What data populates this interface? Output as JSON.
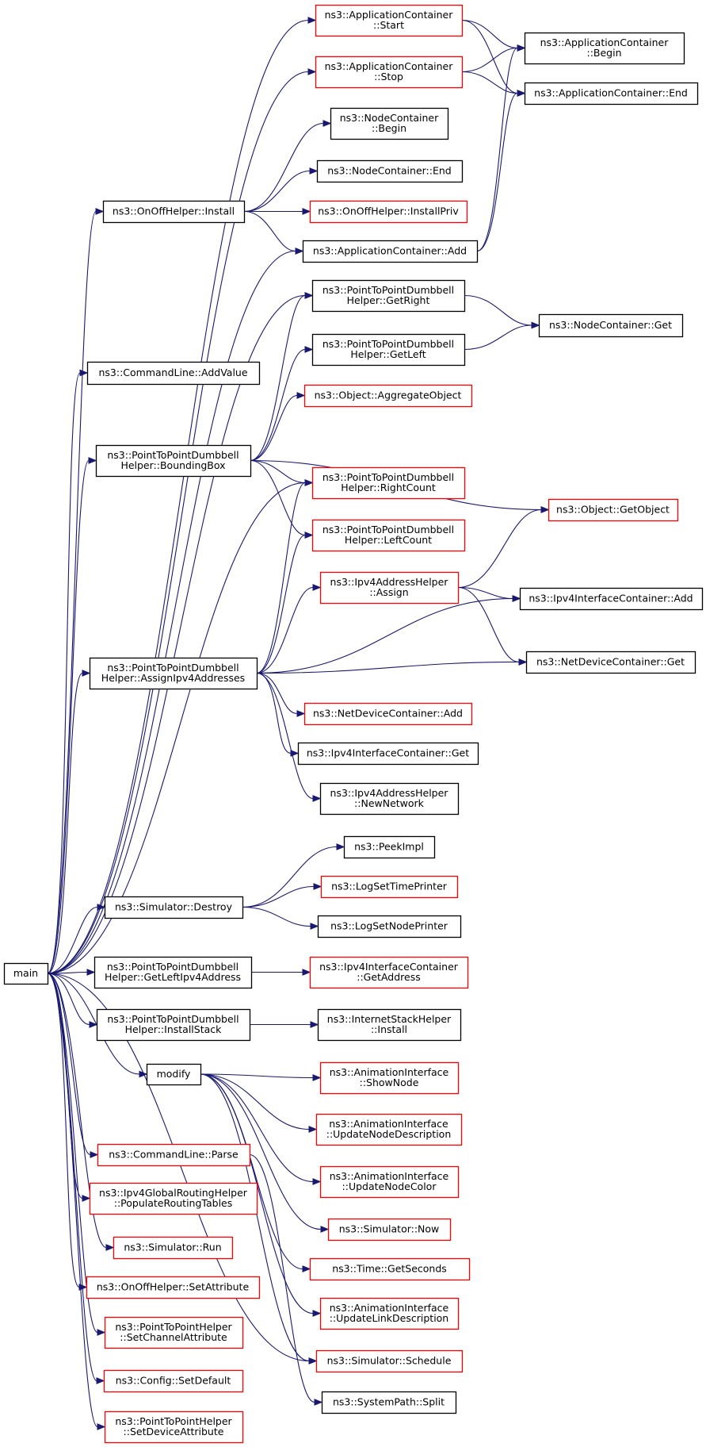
{
  "colors": {
    "edge": "#191970",
    "border_default": "#000000",
    "border_truncated": "#ff0000",
    "root_fill": "#bfbfbf",
    "node_fill": "#ffffff"
  },
  "nodes": [
    {
      "id": "main",
      "lines": [
        "main"
      ],
      "variant": "root"
    },
    {
      "id": "ac_start",
      "lines": [
        "ns3::ApplicationContainer",
        "::Start"
      ],
      "variant": "truncated"
    },
    {
      "id": "ac_stop",
      "lines": [
        "ns3::ApplicationContainer",
        "::Stop"
      ],
      "variant": "truncated"
    },
    {
      "id": "ac_begin",
      "lines": [
        "ns3::ApplicationContainer",
        "::Begin"
      ],
      "variant": "default"
    },
    {
      "id": "ac_end",
      "lines": [
        "ns3::ApplicationContainer::End"
      ],
      "variant": "default"
    },
    {
      "id": "nc_begin",
      "lines": [
        "ns3::NodeContainer",
        "::Begin"
      ],
      "variant": "default"
    },
    {
      "id": "nc_end",
      "lines": [
        "ns3::NodeContainer::End"
      ],
      "variant": "default"
    },
    {
      "id": "onoff_install",
      "lines": [
        "ns3::OnOffHelper::Install"
      ],
      "variant": "default"
    },
    {
      "id": "onoff_installpriv",
      "lines": [
        "ns3::OnOffHelper::InstallPriv"
      ],
      "variant": "truncated"
    },
    {
      "id": "ac_add",
      "lines": [
        "ns3::ApplicationContainer::Add"
      ],
      "variant": "default"
    },
    {
      "id": "p2pd_getright",
      "lines": [
        "ns3::PointToPointDumbbell",
        "Helper::GetRight"
      ],
      "variant": "default"
    },
    {
      "id": "nc_get",
      "lines": [
        "ns3::NodeContainer::Get"
      ],
      "variant": "default"
    },
    {
      "id": "p2pd_getleft",
      "lines": [
        "ns3::PointToPointDumbbell",
        "Helper::GetLeft"
      ],
      "variant": "default"
    },
    {
      "id": "cl_addvalue",
      "lines": [
        "ns3::CommandLine::AddValue"
      ],
      "variant": "default"
    },
    {
      "id": "obj_aggregate",
      "lines": [
        "ns3::Object::AggregateObject"
      ],
      "variant": "truncated"
    },
    {
      "id": "p2pd_bbox",
      "lines": [
        "ns3::PointToPointDumbbell",
        "Helper::BoundingBox"
      ],
      "variant": "default"
    },
    {
      "id": "p2pd_rightcount",
      "lines": [
        "ns3::PointToPointDumbbell",
        "Helper::RightCount"
      ],
      "variant": "truncated"
    },
    {
      "id": "obj_getobject",
      "lines": [
        "ns3::Object::GetObject"
      ],
      "variant": "truncated"
    },
    {
      "id": "p2pd_leftcount",
      "lines": [
        "ns3::PointToPointDumbbell",
        "Helper::LeftCount"
      ],
      "variant": "truncated"
    },
    {
      "id": "ipv4addr_assign",
      "lines": [
        "ns3::Ipv4AddressHelper",
        "::Assign"
      ],
      "variant": "truncated"
    },
    {
      "id": "ipv4ic_add",
      "lines": [
        "ns3::Ipv4InterfaceContainer::Add"
      ],
      "variant": "default"
    },
    {
      "id": "p2pd_assignipv4",
      "lines": [
        "ns3::PointToPointDumbbell",
        "Helper::AssignIpv4Addresses"
      ],
      "variant": "default"
    },
    {
      "id": "ndc_get",
      "lines": [
        "ns3::NetDeviceContainer::Get"
      ],
      "variant": "default"
    },
    {
      "id": "ndc_add",
      "lines": [
        "ns3::NetDeviceContainer::Add"
      ],
      "variant": "truncated"
    },
    {
      "id": "ipv4ic_get",
      "lines": [
        "ns3::Ipv4InterfaceContainer::Get"
      ],
      "variant": "default"
    },
    {
      "id": "ipv4addr_newnet",
      "lines": [
        "ns3::Ipv4AddressHelper",
        "::NewNetwork"
      ],
      "variant": "default"
    },
    {
      "id": "peekimpl",
      "lines": [
        "ns3::PeekImpl"
      ],
      "variant": "default"
    },
    {
      "id": "logsettime",
      "lines": [
        "ns3::LogSetTimePrinter"
      ],
      "variant": "truncated"
    },
    {
      "id": "sim_destroy",
      "lines": [
        "ns3::Simulator::Destroy"
      ],
      "variant": "default"
    },
    {
      "id": "logsetnode",
      "lines": [
        "ns3::LogSetNodePrinter"
      ],
      "variant": "default"
    },
    {
      "id": "p2pd_getleftipv4",
      "lines": [
        "ns3::PointToPointDumbbell",
        "Helper::GetLeftIpv4Address"
      ],
      "variant": "default"
    },
    {
      "id": "ipv4ic_getaddress",
      "lines": [
        "ns3::Ipv4InterfaceContainer",
        "::GetAddress"
      ],
      "variant": "truncated"
    },
    {
      "id": "p2pd_installstack",
      "lines": [
        "ns3::PointToPointDumbbell",
        "Helper::InstallStack"
      ],
      "variant": "default"
    },
    {
      "id": "ish_install",
      "lines": [
        "ns3::InternetStackHelper",
        "::Install"
      ],
      "variant": "default"
    },
    {
      "id": "modify",
      "lines": [
        "modify"
      ],
      "variant": "default"
    },
    {
      "id": "ai_shownode",
      "lines": [
        "ns3::AnimationInterface",
        "::ShowNode"
      ],
      "variant": "truncated"
    },
    {
      "id": "ai_updatenodedesc",
      "lines": [
        "ns3::AnimationInterface",
        "::UpdateNodeDescription"
      ],
      "variant": "truncated"
    },
    {
      "id": "cl_parse",
      "lines": [
        "ns3::CommandLine::Parse"
      ],
      "variant": "truncated"
    },
    {
      "id": "ai_updatenodecolor",
      "lines": [
        "ns3::AnimationInterface",
        "::UpdateNodeColor"
      ],
      "variant": "truncated"
    },
    {
      "id": "ipv4grh_populate",
      "lines": [
        "ns3::Ipv4GlobalRoutingHelper",
        "::PopulateRoutingTables"
      ],
      "variant": "truncated"
    },
    {
      "id": "sim_now",
      "lines": [
        "ns3::Simulator::Now"
      ],
      "variant": "truncated"
    },
    {
      "id": "sim_run",
      "lines": [
        "ns3::Simulator::Run"
      ],
      "variant": "truncated"
    },
    {
      "id": "time_getseconds",
      "lines": [
        "ns3::Time::GetSeconds"
      ],
      "variant": "truncated"
    },
    {
      "id": "onoff_setattr",
      "lines": [
        "ns3::OnOffHelper::SetAttribute"
      ],
      "variant": "truncated"
    },
    {
      "id": "ai_updatelinkdesc",
      "lines": [
        "ns3::AnimationInterface",
        "::UpdateLinkDescription"
      ],
      "variant": "truncated"
    },
    {
      "id": "p2ph_setchannel",
      "lines": [
        "ns3::PointToPointHelper",
        "::SetChannelAttribute"
      ],
      "variant": "truncated"
    },
    {
      "id": "sim_schedule",
      "lines": [
        "ns3::Simulator::Schedule"
      ],
      "variant": "truncated"
    },
    {
      "id": "config_setdefault",
      "lines": [
        "ns3::Config::SetDefault"
      ],
      "variant": "truncated"
    },
    {
      "id": "systempath_split",
      "lines": [
        "ns3::SystemPath::Split"
      ],
      "variant": "default"
    },
    {
      "id": "p2ph_setdevice",
      "lines": [
        "ns3::PointToPointHelper",
        "::SetDeviceAttribute"
      ],
      "variant": "truncated"
    }
  ],
  "edges": [
    [
      "main",
      "ac_start"
    ],
    [
      "main",
      "ac_stop"
    ],
    [
      "main",
      "onoff_install"
    ],
    [
      "main",
      "ac_add"
    ],
    [
      "main",
      "p2pd_getright"
    ],
    [
      "main",
      "cl_addvalue"
    ],
    [
      "main",
      "p2pd_bbox"
    ],
    [
      "main",
      "p2pd_rightcount"
    ],
    [
      "main",
      "p2pd_assignipv4"
    ],
    [
      "main",
      "sim_destroy"
    ],
    [
      "main",
      "p2pd_getleftipv4"
    ],
    [
      "main",
      "p2pd_installstack"
    ],
    [
      "main",
      "modify"
    ],
    [
      "main",
      "cl_parse"
    ],
    [
      "main",
      "ipv4grh_populate"
    ],
    [
      "main",
      "sim_run"
    ],
    [
      "main",
      "onoff_setattr"
    ],
    [
      "main",
      "p2ph_setchannel"
    ],
    [
      "main",
      "sim_schedule"
    ],
    [
      "main",
      "config_setdefault"
    ],
    [
      "main",
      "p2ph_setdevice"
    ],
    [
      "ac_start",
      "ac_begin"
    ],
    [
      "ac_start",
      "ac_end"
    ],
    [
      "ac_stop",
      "ac_begin"
    ],
    [
      "ac_stop",
      "ac_end"
    ],
    [
      "onoff_install",
      "nc_begin"
    ],
    [
      "onoff_install",
      "nc_end"
    ],
    [
      "onoff_install",
      "onoff_installpriv"
    ],
    [
      "onoff_install",
      "ac_add"
    ],
    [
      "ac_add",
      "ac_begin"
    ],
    [
      "ac_add",
      "ac_end"
    ],
    [
      "p2pd_getright",
      "nc_get"
    ],
    [
      "p2pd_getleft",
      "nc_get"
    ],
    [
      "p2pd_bbox",
      "p2pd_getright"
    ],
    [
      "p2pd_bbox",
      "p2pd_getleft"
    ],
    [
      "p2pd_bbox",
      "obj_aggregate"
    ],
    [
      "p2pd_bbox",
      "obj_getobject"
    ],
    [
      "p2pd_bbox",
      "p2pd_rightcount"
    ],
    [
      "p2pd_bbox",
      "p2pd_leftcount"
    ],
    [
      "p2pd_assignipv4",
      "p2pd_rightcount"
    ],
    [
      "p2pd_assignipv4",
      "p2pd_leftcount"
    ],
    [
      "p2pd_assignipv4",
      "ipv4addr_assign"
    ],
    [
      "p2pd_assignipv4",
      "ipv4ic_add"
    ],
    [
      "p2pd_assignipv4",
      "ndc_get"
    ],
    [
      "p2pd_assignipv4",
      "ndc_add"
    ],
    [
      "p2pd_assignipv4",
      "ipv4ic_get"
    ],
    [
      "p2pd_assignipv4",
      "ipv4addr_newnet"
    ],
    [
      "ipv4addr_assign",
      "obj_getobject"
    ],
    [
      "ipv4addr_assign",
      "ipv4ic_add"
    ],
    [
      "ipv4addr_assign",
      "ndc_get"
    ],
    [
      "sim_destroy",
      "peekimpl"
    ],
    [
      "sim_destroy",
      "logsettime"
    ],
    [
      "sim_destroy",
      "logsetnode"
    ],
    [
      "p2pd_getleftipv4",
      "ipv4ic_getaddress"
    ],
    [
      "p2pd_installstack",
      "ish_install"
    ],
    [
      "modify",
      "ai_shownode"
    ],
    [
      "modify",
      "ai_updatenodedesc"
    ],
    [
      "modify",
      "ai_updatenodecolor"
    ],
    [
      "modify",
      "sim_now"
    ],
    [
      "modify",
      "time_getseconds"
    ],
    [
      "modify",
      "ai_updatelinkdesc"
    ],
    [
      "modify",
      "sim_schedule"
    ],
    [
      "cl_parse",
      "systempath_split"
    ]
  ]
}
